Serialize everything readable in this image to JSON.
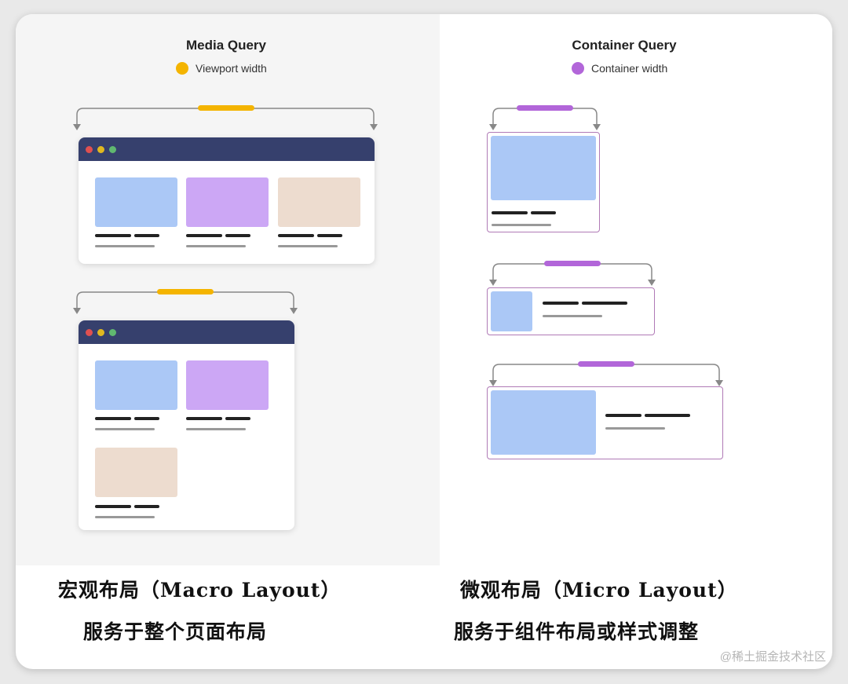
{
  "left": {
    "title": "Media Query",
    "legend": "Viewport width",
    "legend_color": "#f4b400",
    "caption_line1": "宏观布局（Macro Layout）",
    "caption_line2": "服务于整个页面布局"
  },
  "right": {
    "title": "Container Query",
    "legend": "Container width",
    "legend_color": "#b266d9",
    "caption_line1": "微观布局（Micro Layout）",
    "caption_line2": "服务于组件布局或样式调整"
  },
  "colors": {
    "window_titlebar": "#36406d",
    "tile_blue": "#abc8f6",
    "tile_violet": "#cca7f5",
    "tile_peach": "#eddccf",
    "container_border": "#b07ab6"
  },
  "watermark": "@稀土掘金技术社区"
}
